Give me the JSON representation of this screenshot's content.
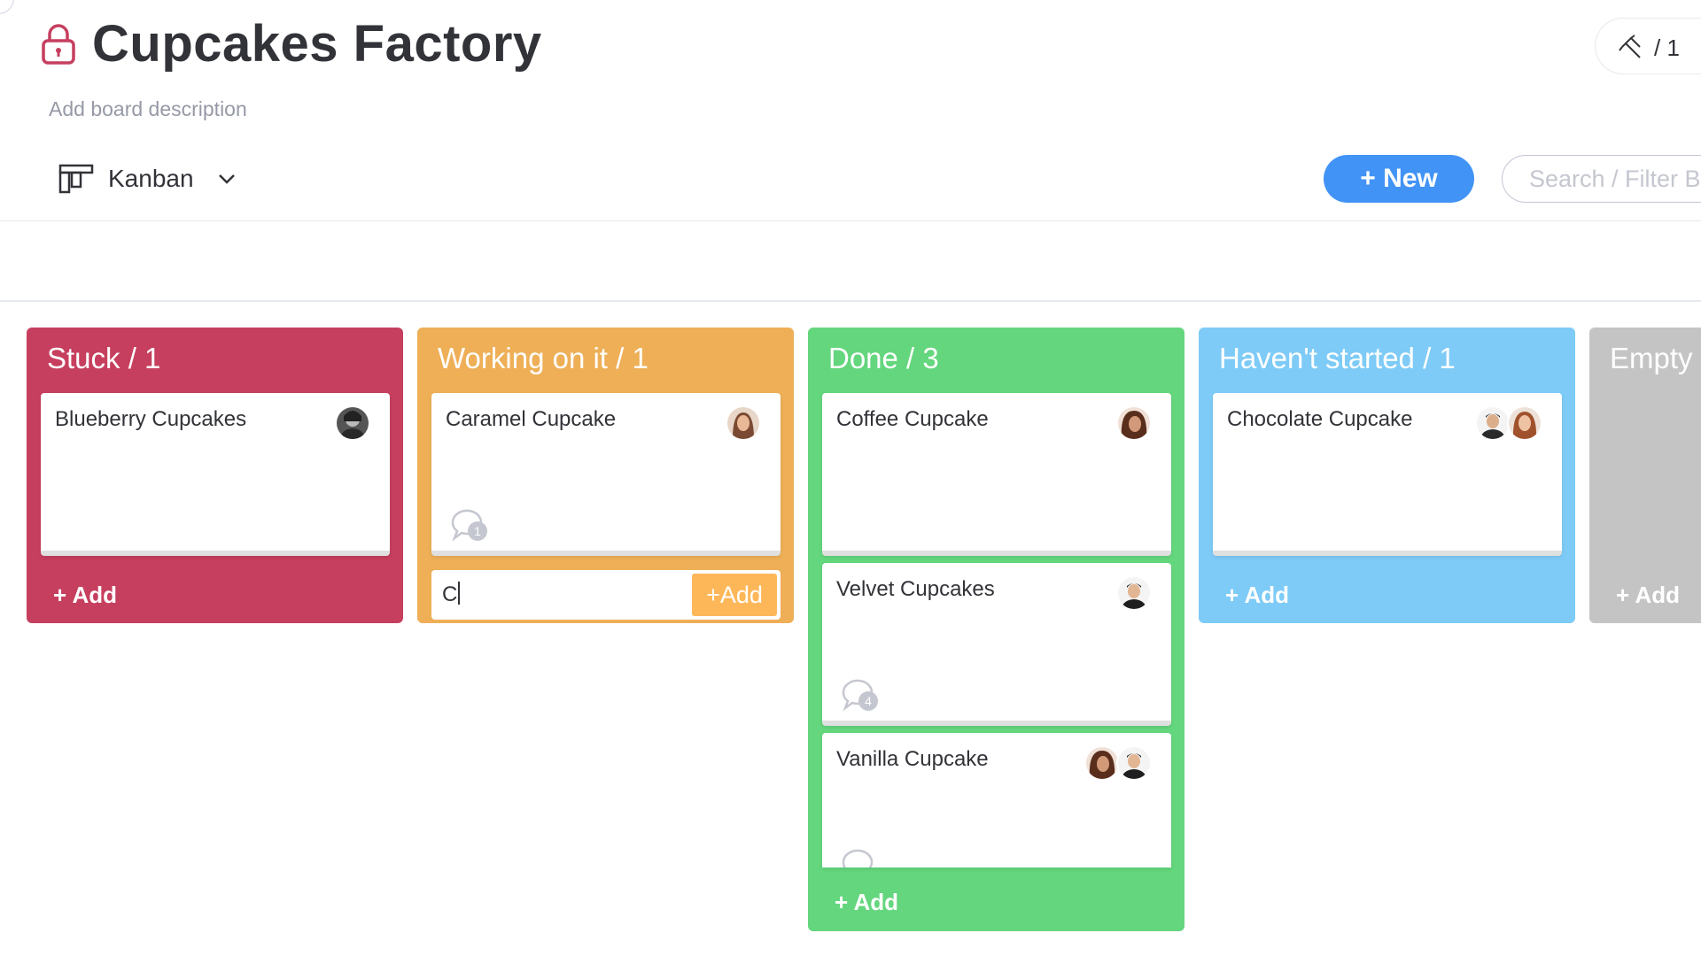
{
  "board": {
    "title": "Cupcakes Factory",
    "description_placeholder": "Add board description",
    "activity_count": "/ 1"
  },
  "view": {
    "label": "Kanban",
    "icon": "kanban-icon"
  },
  "toolbar": {
    "new_label": "+ New",
    "search_placeholder": "Search / Filter B"
  },
  "colors": {
    "stuck": "#c63f5e",
    "working": "#eeaf57",
    "done": "#64d67d",
    "not_started": "#7ecbf7",
    "empty": "#c4c4c4",
    "primary": "#4193f5"
  },
  "columns": [
    {
      "title": "Stuck / 1",
      "add_label": "+ Add",
      "cards": [
        {
          "title": "Blueberry Cupcakes",
          "comments": ""
        }
      ]
    },
    {
      "title": "Working on it / 1",
      "add_label": "+Add",
      "add_input_value": "C",
      "cards": [
        {
          "title": "Caramel Cupcake",
          "comments": "1"
        }
      ]
    },
    {
      "title": "Done / 3",
      "add_label": "+ Add",
      "cards": [
        {
          "title": "Coffee Cupcake",
          "comments": ""
        },
        {
          "title": "Velvet Cupcakes",
          "comments": "4"
        },
        {
          "title": "Vanilla Cupcake",
          "comments": ""
        }
      ]
    },
    {
      "title": "Haven't started / 1",
      "add_label": "+ Add",
      "cards": [
        {
          "title": "Chocolate Cupcake",
          "comments": ""
        }
      ]
    },
    {
      "title": "Empty",
      "add_label": "+ Add",
      "cards": []
    }
  ]
}
